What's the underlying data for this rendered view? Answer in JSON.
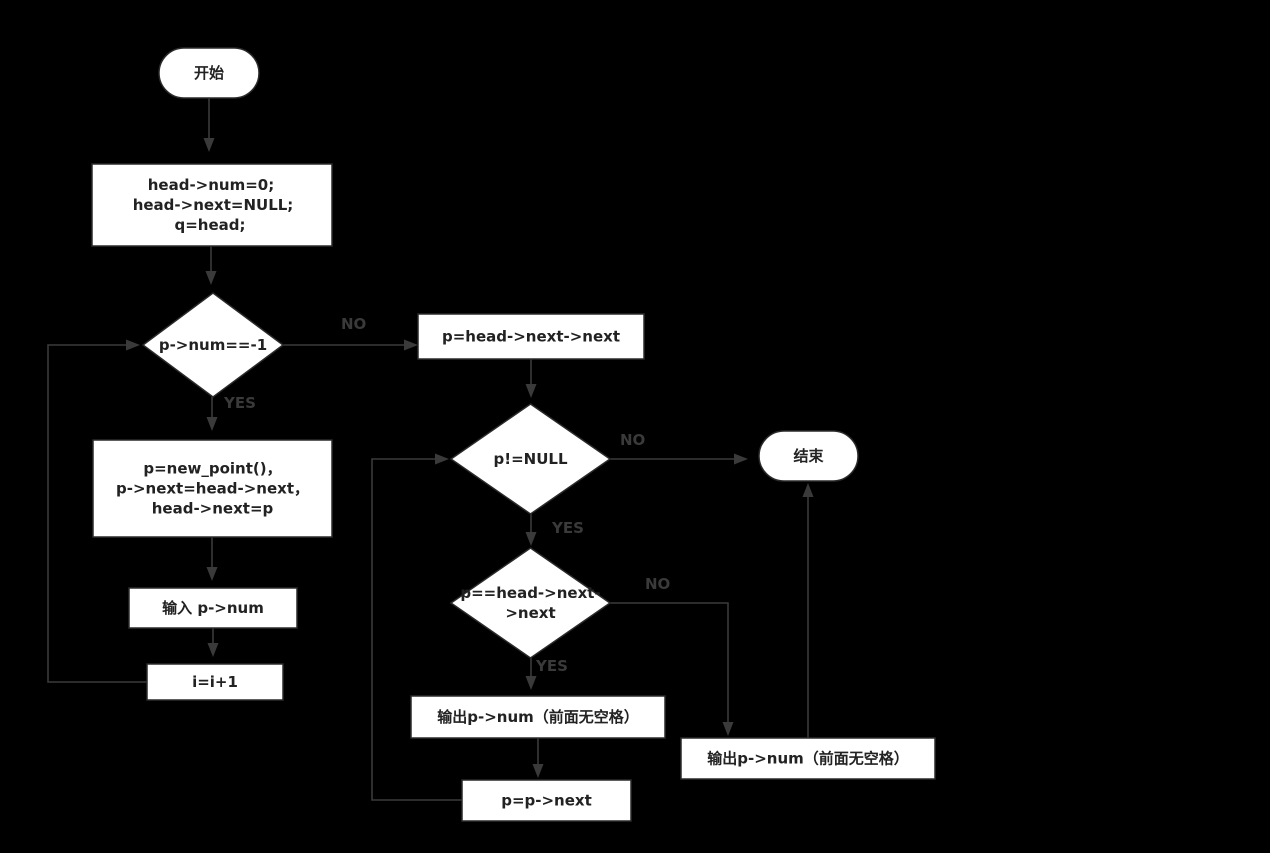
{
  "colors": {
    "background": "#000000",
    "node_fill": "#ffffff",
    "node_border": "#2a2a2a",
    "text": "#222222",
    "edge": "#3a3a3a"
  },
  "nodes": {
    "start": {
      "shape": "terminal",
      "lines": [
        "开始"
      ]
    },
    "init": {
      "shape": "process",
      "lines": [
        "head->num=0;",
        " head->next=NULL;",
        "q=head;"
      ]
    },
    "cond_num": {
      "shape": "decision",
      "lines": [
        "p->num==-1"
      ]
    },
    "new_node": {
      "shape": "process",
      "lines": [
        "p=new_point()，",
        "p->next=head->next，",
        "head->next=p"
      ]
    },
    "input_num": {
      "shape": "process",
      "lines": [
        "输入  p->num"
      ]
    },
    "incr": {
      "shape": "process",
      "lines": [
        "i=i+1"
      ]
    },
    "set_p": {
      "shape": "process",
      "lines": [
        "p=head->next->next"
      ]
    },
    "cond_null": {
      "shape": "decision",
      "lines": [
        "p!=NULL"
      ]
    },
    "end": {
      "shape": "terminal",
      "lines": [
        "结束"
      ]
    },
    "cond_first": {
      "shape": "decision",
      "lines": [
        "p==head->next-",
        ">next"
      ]
    },
    "output_yes": {
      "shape": "process",
      "lines": [
        "输出p->num（前面无空格）"
      ]
    },
    "output_no": {
      "shape": "process",
      "lines": [
        "输出p->num（前面无空格）"
      ]
    },
    "advance": {
      "shape": "process",
      "lines": [
        "p=p->next"
      ]
    }
  },
  "edges": [
    {
      "from": "start",
      "to": "init",
      "label": ""
    },
    {
      "from": "init",
      "to": "cond_num",
      "label": ""
    },
    {
      "from": "cond_num",
      "to": "set_p",
      "label": "NO"
    },
    {
      "from": "cond_num",
      "to": "new_node",
      "label": "YES"
    },
    {
      "from": "new_node",
      "to": "input_num",
      "label": ""
    },
    {
      "from": "input_num",
      "to": "incr",
      "label": ""
    },
    {
      "from": "incr",
      "to": "cond_num",
      "label": ""
    },
    {
      "from": "set_p",
      "to": "cond_null",
      "label": ""
    },
    {
      "from": "cond_null",
      "to": "end",
      "label": "NO"
    },
    {
      "from": "cond_null",
      "to": "cond_first",
      "label": "YES"
    },
    {
      "from": "cond_first",
      "to": "output_no",
      "label": "NO"
    },
    {
      "from": "cond_first",
      "to": "output_yes",
      "label": "YES"
    },
    {
      "from": "output_yes",
      "to": "advance",
      "label": ""
    },
    {
      "from": "advance",
      "to": "cond_null",
      "label": ""
    },
    {
      "from": "output_no",
      "to": "end",
      "label": ""
    }
  ]
}
